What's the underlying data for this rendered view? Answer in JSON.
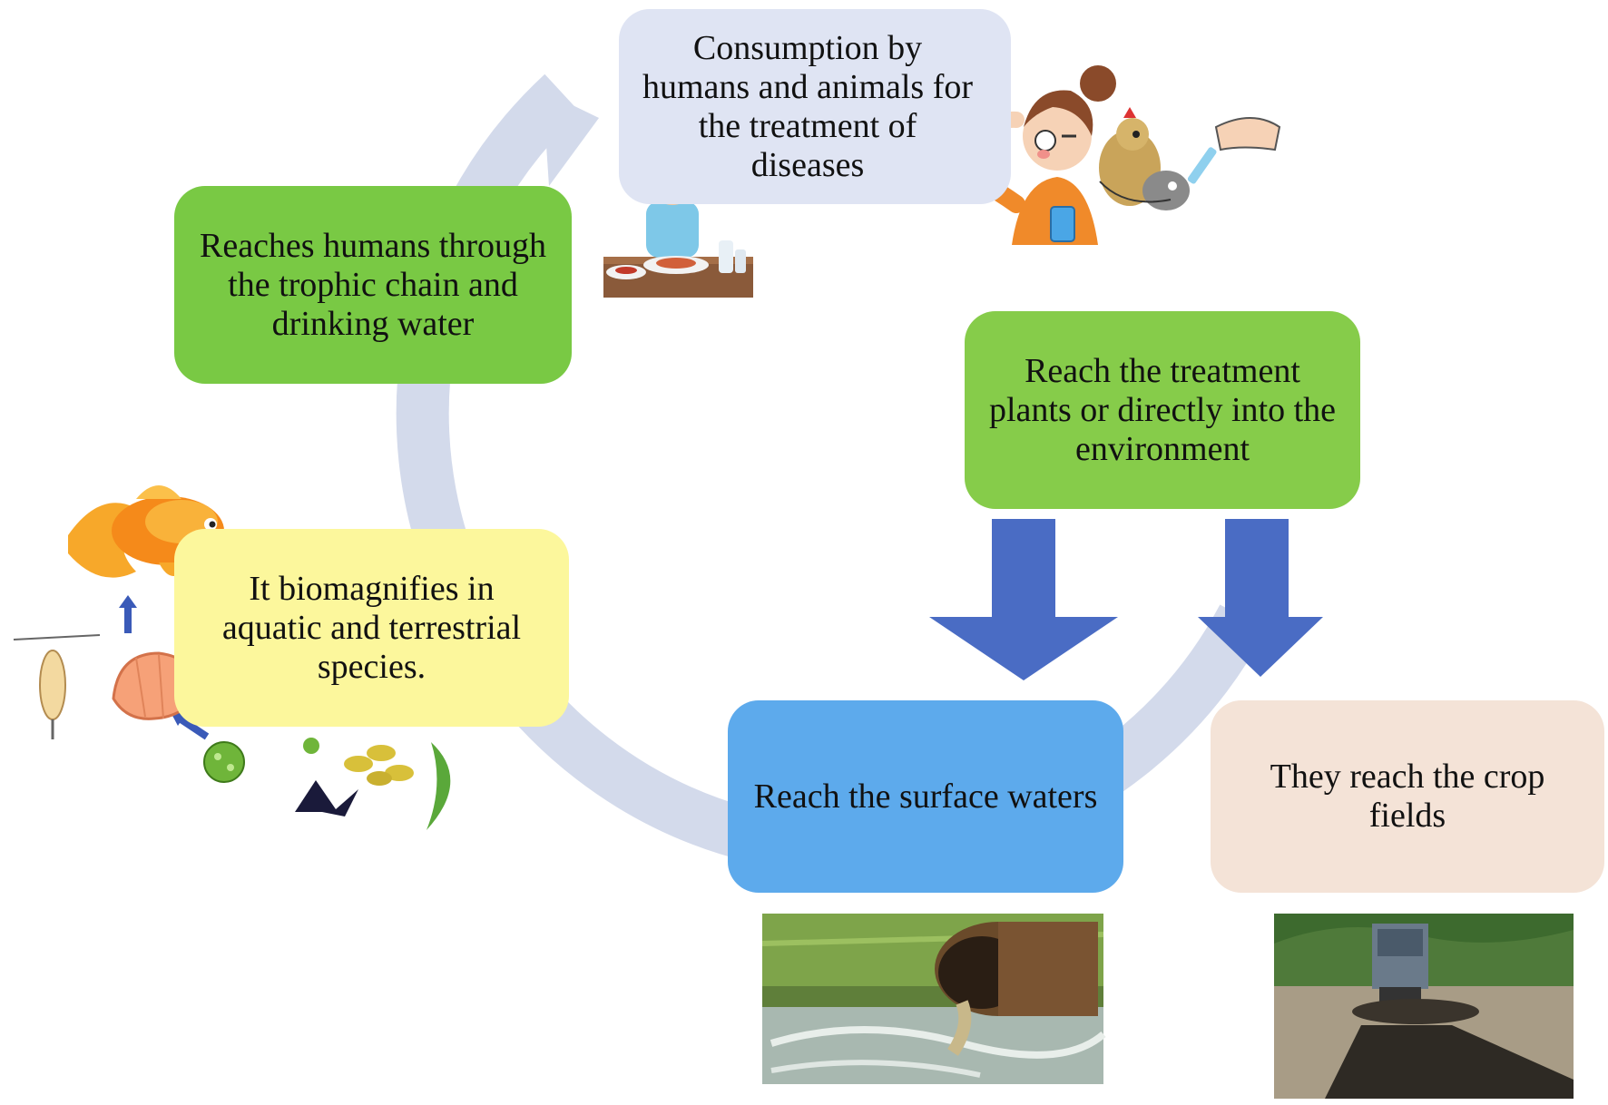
{
  "boxes": {
    "consumption": "Consumption by humans and animals for the treatment of diseases",
    "reach_humans": "Reaches humans through the trophic chain and drinking water",
    "treatment": "Reach the treatment plants or directly into the environment",
    "biomagnifies": "It biomagnifies in aquatic and terrestrial species.",
    "surface_waters": "Reach the surface waters",
    "crop_fields": "They reach the crop fields"
  },
  "colors": {
    "cycle_arrow": "#d3daeb",
    "consumption_box": "#dfe4f3",
    "reach_humans_box": "#79c944",
    "treatment_box": "#86cc4a",
    "biomagnifies_box": "#fcf79c",
    "surface_waters_box": "#5daaec",
    "crop_fields_box": "#f4e3d7",
    "down_arrows": "#4a6cc4"
  },
  "illustrations": [
    "eating-person-icon",
    "sick-woman-drinking-icon",
    "animal-medication-icon",
    "goldfish-icon",
    "zooplankton-icon",
    "shrimp-icon",
    "algae-icon",
    "pipe-discharge-photo",
    "truck-spreading-sludge-photo"
  ]
}
